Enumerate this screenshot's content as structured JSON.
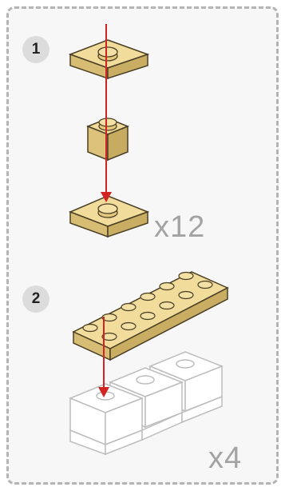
{
  "steps": [
    {
      "number": "1",
      "quantity": "x12"
    },
    {
      "number": "2",
      "quantity": "x4"
    }
  ],
  "colors": {
    "brick_tan": "#ecd58f",
    "brick_tan_side": "#cfb56a",
    "brick_outline": "#4a3f25",
    "arrow": "#d32222",
    "ghost_outline": "#bdbdbd",
    "frame": "#b4b4b4"
  }
}
